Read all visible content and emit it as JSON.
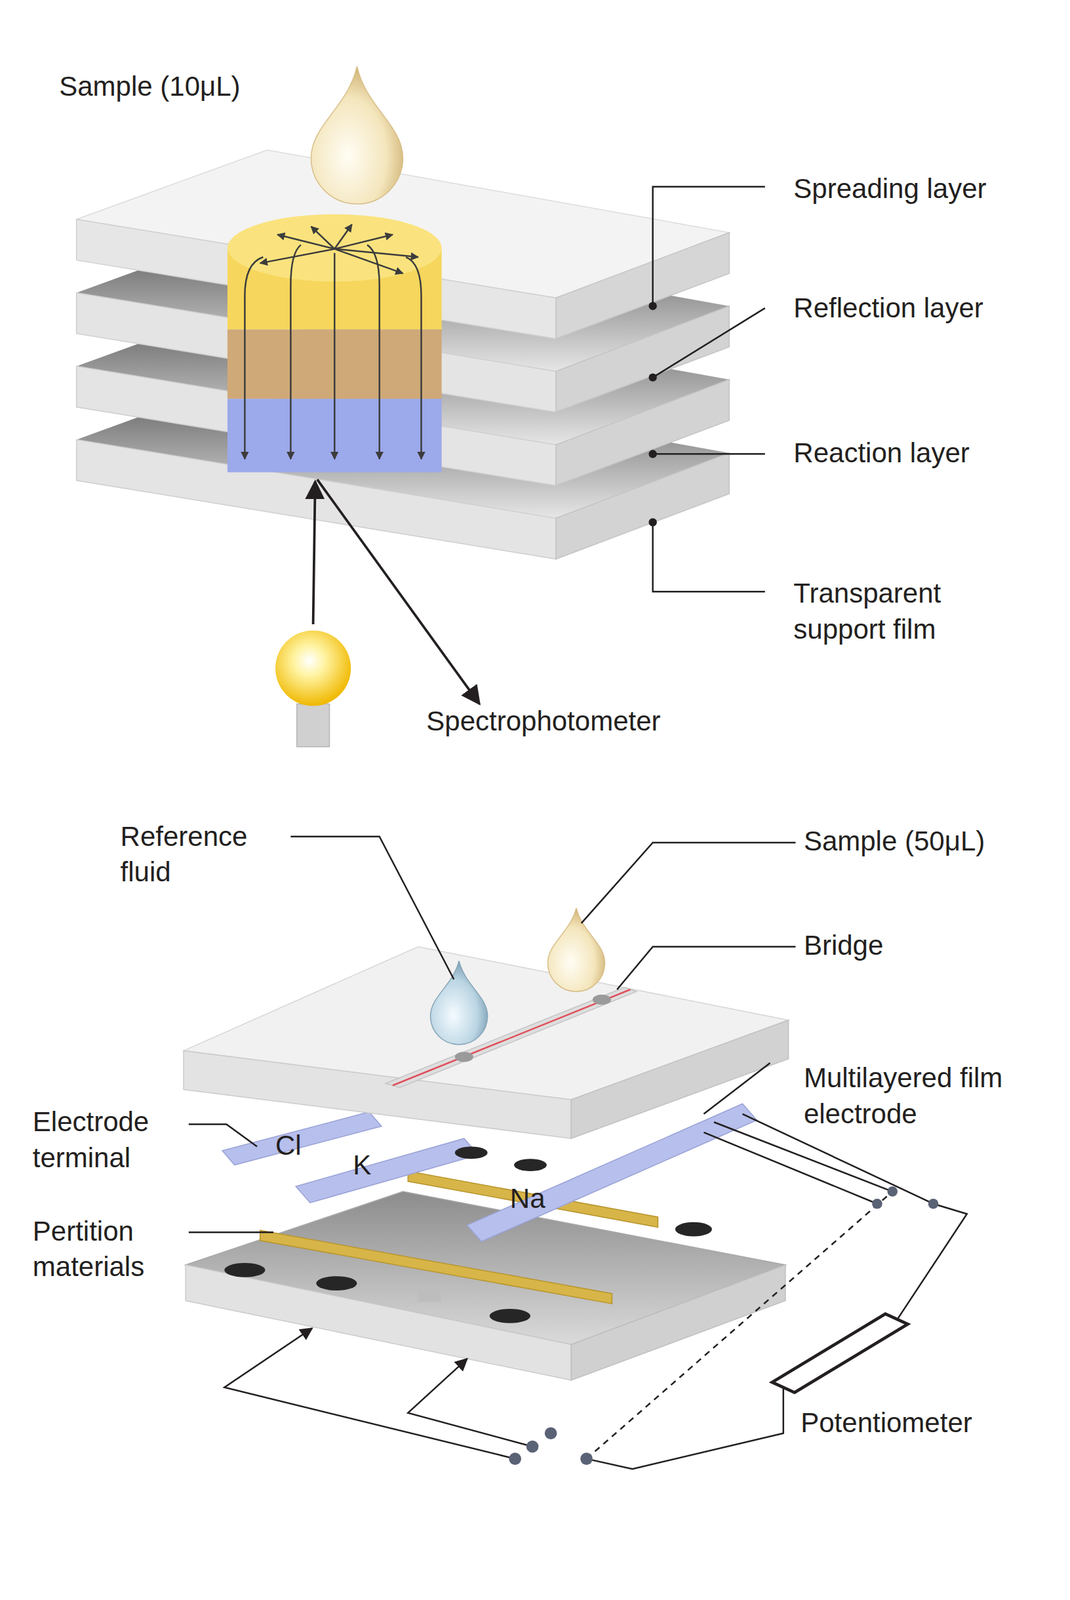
{
  "diagram": {
    "labels": [
      "Sample (10μL)",
      "Spreading layer",
      "Reflection layer",
      "Reaction layer",
      "Transparent support film",
      "Spectrophotometer",
      "Reference fluid",
      "Sample (50μL)",
      "Bridge",
      "Multilayered film electrode",
      "Electrode terminal",
      "Cl",
      "K",
      "Na",
      "Pertition materials",
      "Potentiometer"
    ]
  }
}
